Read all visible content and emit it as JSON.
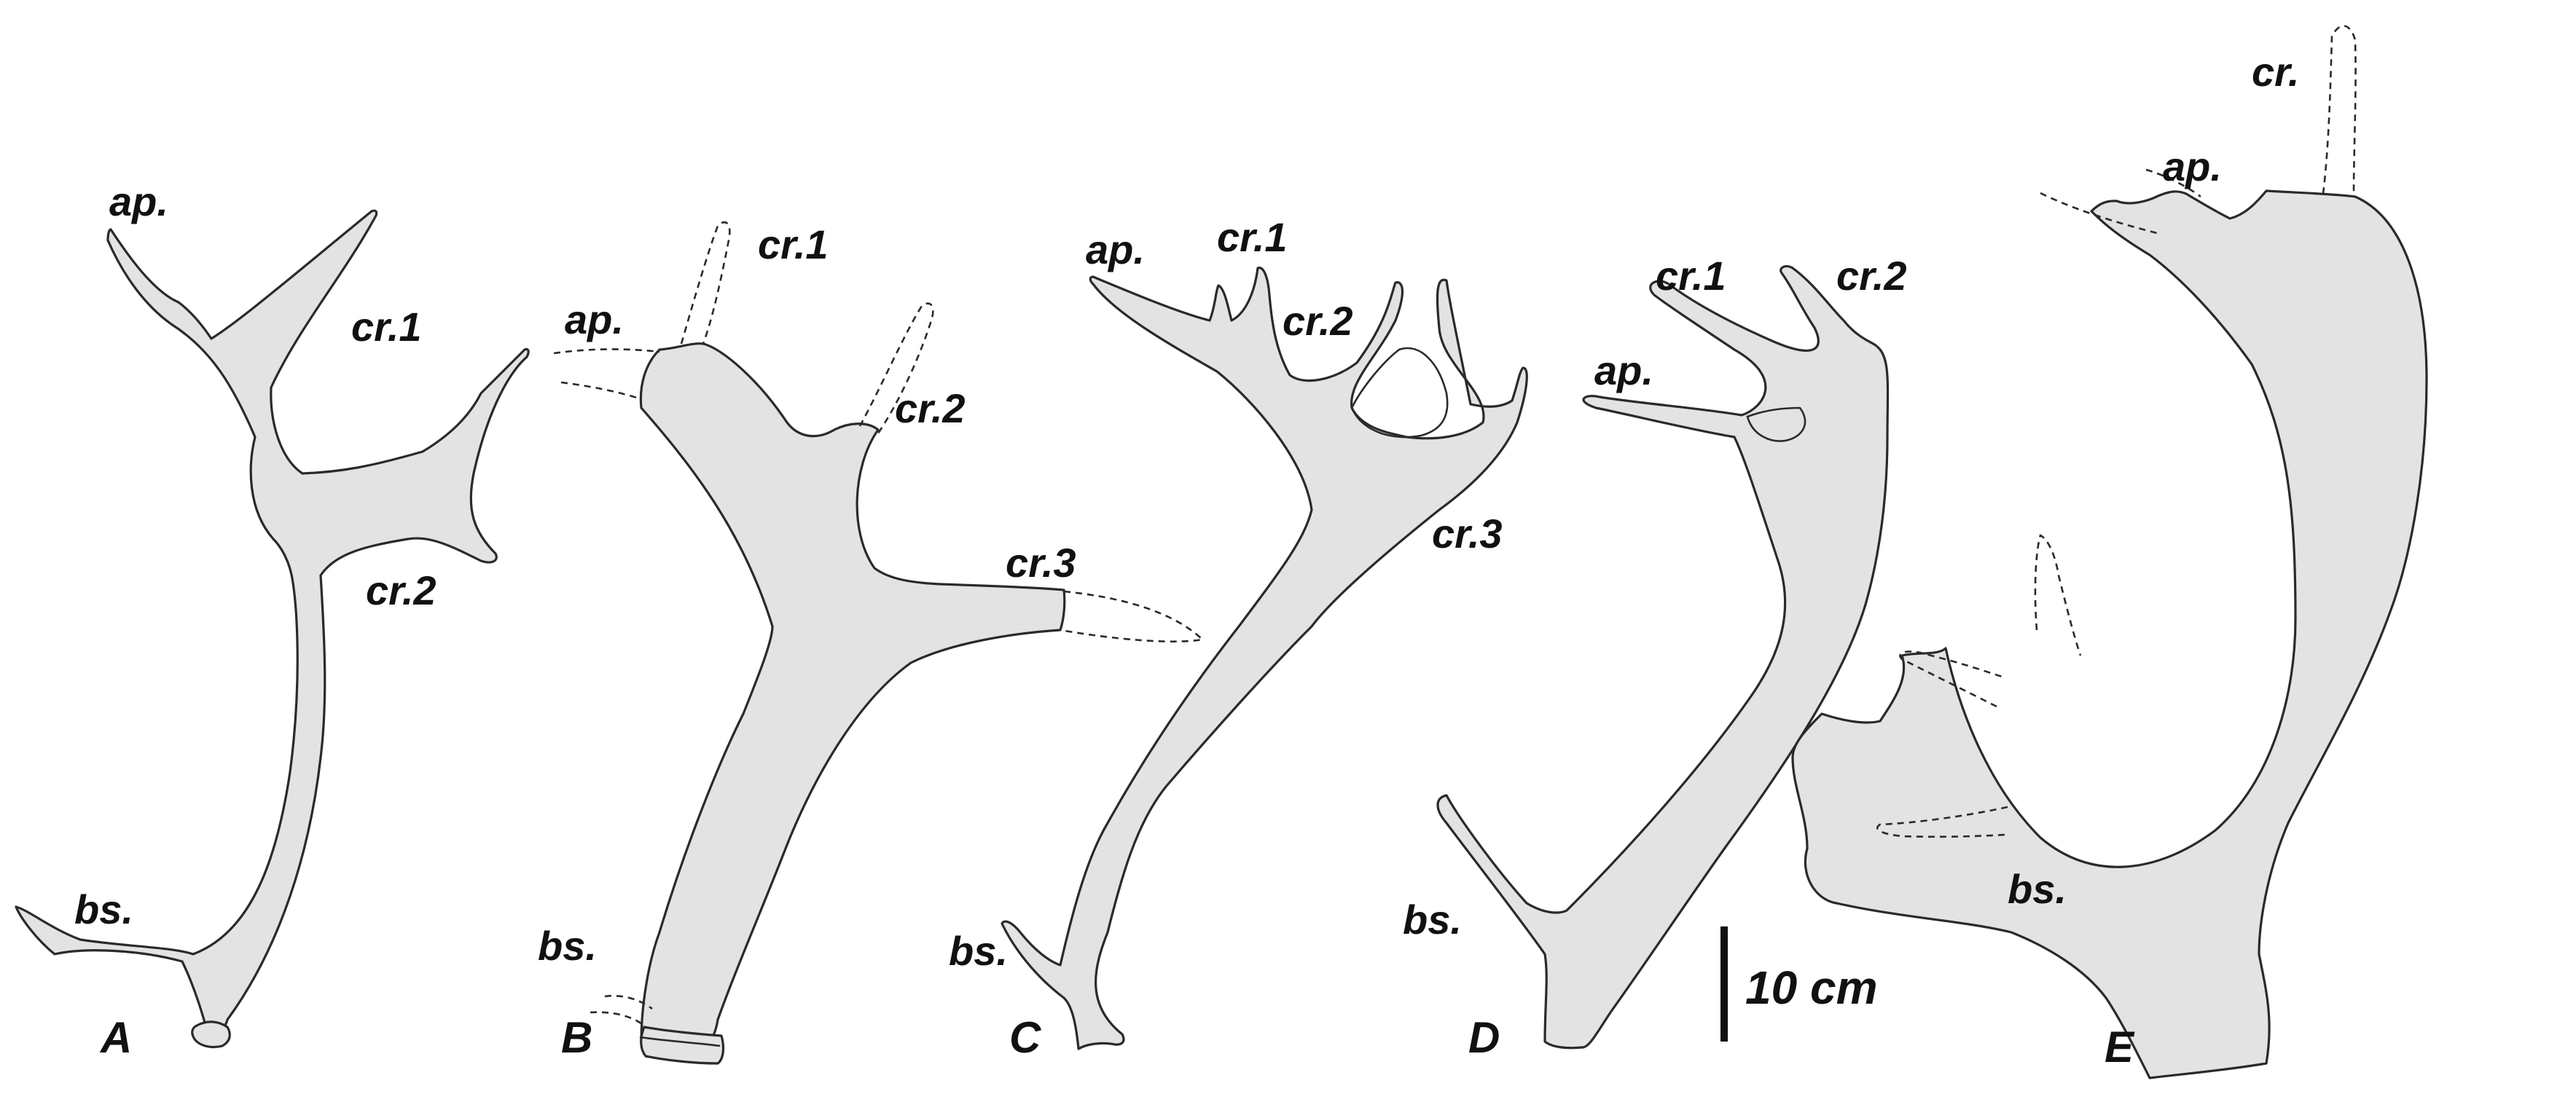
{
  "colors": {
    "antler_fill": "#e3e3e3",
    "outline": "#2a2a2a",
    "text": "#111111"
  },
  "panels": {
    "A": {
      "letter": "A",
      "ap": "ap.",
      "cr1": "cr.1",
      "cr2": "cr.2",
      "bs": "bs."
    },
    "B": {
      "letter": "B",
      "ap": "ap.",
      "cr1": "cr.1",
      "cr2": "cr.2",
      "cr3": "cr.3",
      "bs": "bs."
    },
    "C": {
      "letter": "C",
      "ap": "ap.",
      "cr1": "cr.1",
      "cr2": "cr.2",
      "cr3": "cr.3",
      "bs": "bs."
    },
    "D": {
      "letter": "D",
      "ap": "ap.",
      "cr1": "cr.1",
      "cr2": "cr.2",
      "bs": "bs."
    },
    "E": {
      "letter": "E",
      "ap": "ap.",
      "cr": "cr.",
      "bs": "bs."
    }
  },
  "scale_bar": {
    "label": "10 cm"
  }
}
